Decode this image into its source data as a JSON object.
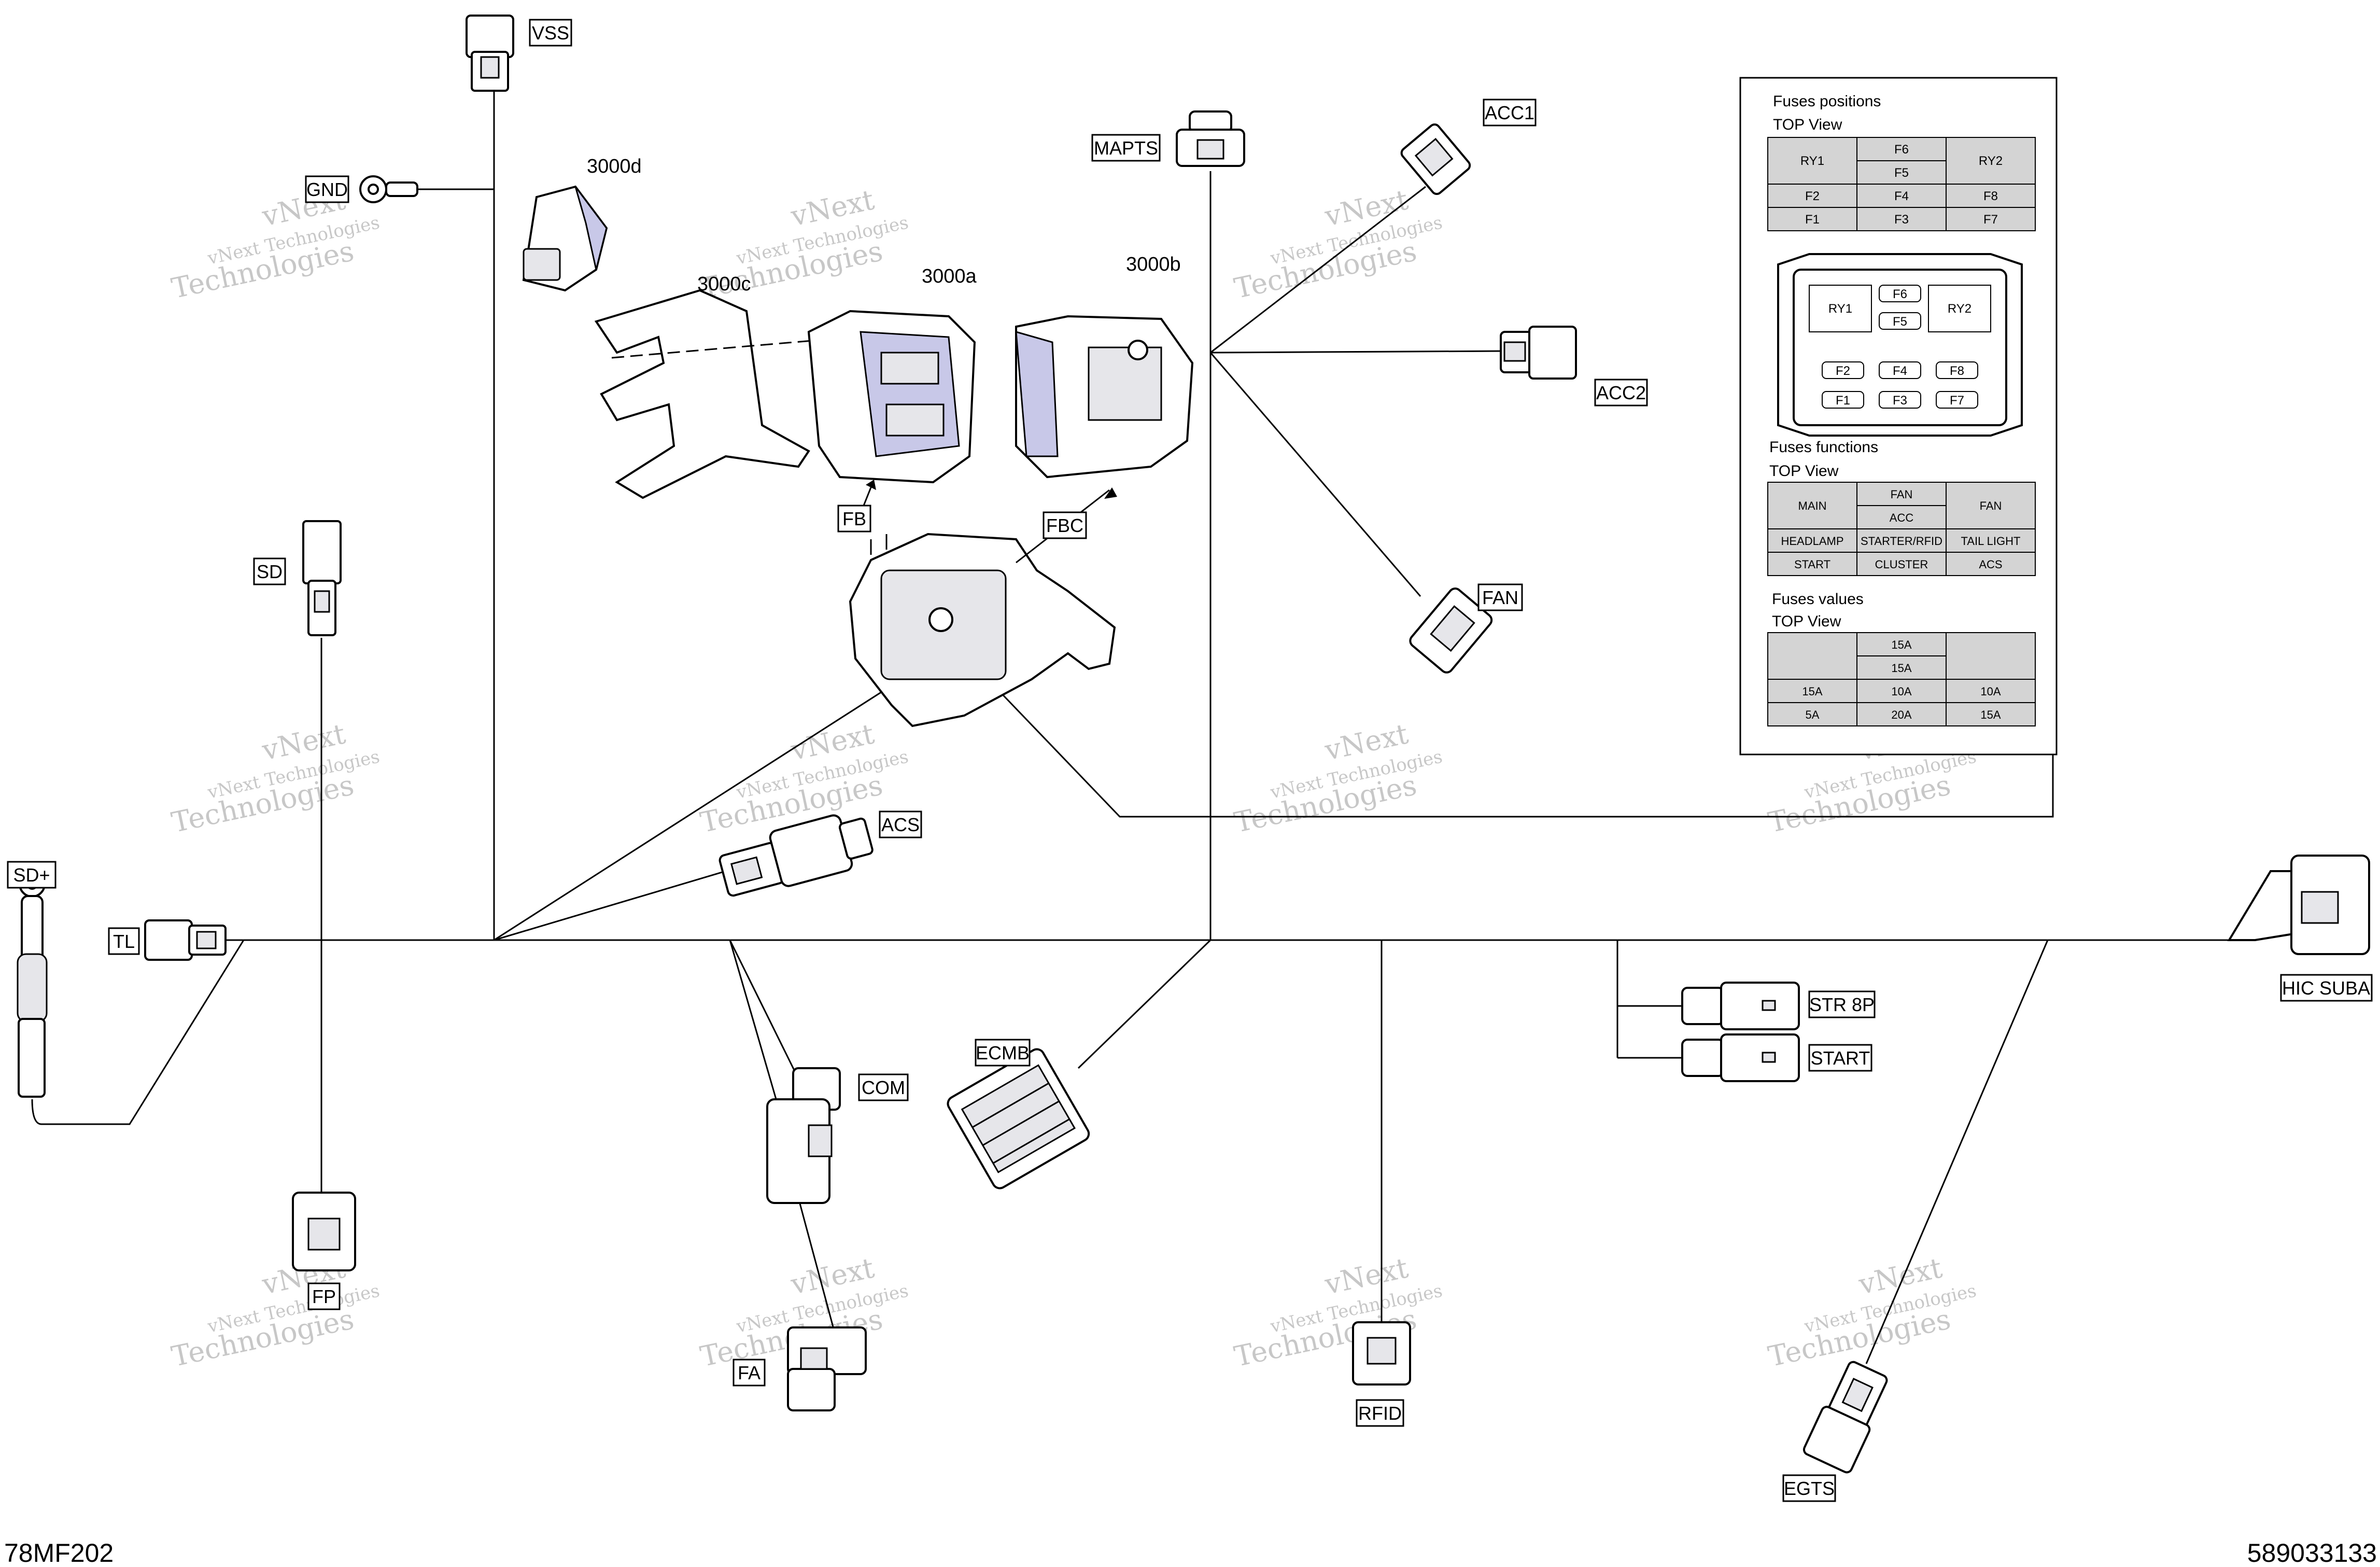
{
  "labels": {
    "vss": "VSS",
    "gnd": "GND",
    "sd": "SD",
    "sd_plus": "SD+",
    "tl": "TL",
    "fp": "FP",
    "mapts": "MAPTS",
    "acc1": "ACC1",
    "acc2": "ACC2",
    "fan": "FAN",
    "acs": "ACS",
    "fb": "FB",
    "fbc": "FBC",
    "com": "COM",
    "ecmb": "ECMB",
    "fa": "FA",
    "rfid": "RFID",
    "egts": "EGTS",
    "str8p": "STR 8P",
    "start": "START",
    "hic_suba": "HIC  SUBA",
    "p3000d": "3000d",
    "p3000c": "3000c",
    "p3000a": "3000a",
    "p3000b": "3000b"
  },
  "fuse_panel": {
    "positions": {
      "title": "Fuses positions",
      "view": "TOP View",
      "cells": [
        "RY1",
        "F6",
        "F5",
        "RY2",
        "F2",
        "F4",
        "F8",
        "F1",
        "F3",
        "F7"
      ]
    },
    "box": {
      "ry1": "RY1",
      "ry2": "RY2",
      "f6": "F6",
      "f5": "F5",
      "f2": "F2",
      "f4": "F4",
      "f8": "F8",
      "f1": "F1",
      "f3": "F3",
      "f7": "F7"
    },
    "functions": {
      "title": "Fuses functions",
      "view": "TOP View",
      "cells": [
        "MAIN",
        "FAN",
        "ACC",
        "FAN",
        "HEADLAMP",
        "STARTER/RFID",
        "TAIL LIGHT",
        "START",
        "CLUSTER",
        "ACS"
      ]
    },
    "values": {
      "title": "Fuses values",
      "view": "TOP View",
      "cells": [
        "15A",
        "15A",
        "15A",
        "10A",
        "10A",
        "5A",
        "20A",
        "15A"
      ]
    }
  },
  "watermark": {
    "line1": "vNext Technologies",
    "line2": "vNext",
    "line3": "Technologies"
  },
  "footer": {
    "left": "78MF202",
    "right": "589033133"
  },
  "colors": {
    "line": "#000000",
    "watermark": "#9a9a9a",
    "fuse_fill": "#d4d4d4",
    "accent_blue": "#c8c8e8"
  }
}
